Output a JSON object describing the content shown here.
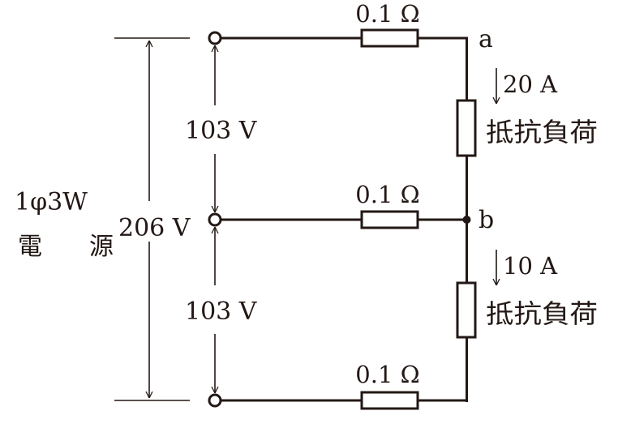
{
  "resistors": {
    "top": "0.1 Ω",
    "middle": "0.1 Ω",
    "bottom": "0.1 Ω"
  },
  "nodes": {
    "a": "a",
    "b": "b"
  },
  "currents": {
    "upper": "20 A",
    "lower": "10 A"
  },
  "loads": {
    "upper": "抵抗負荷",
    "lower": "抵抗負荷"
  },
  "voltages": {
    "upper": "103 V",
    "lower": "103 V",
    "total": "206 V"
  },
  "source": {
    "line1": "1φ3W",
    "line2": "電　源"
  }
}
